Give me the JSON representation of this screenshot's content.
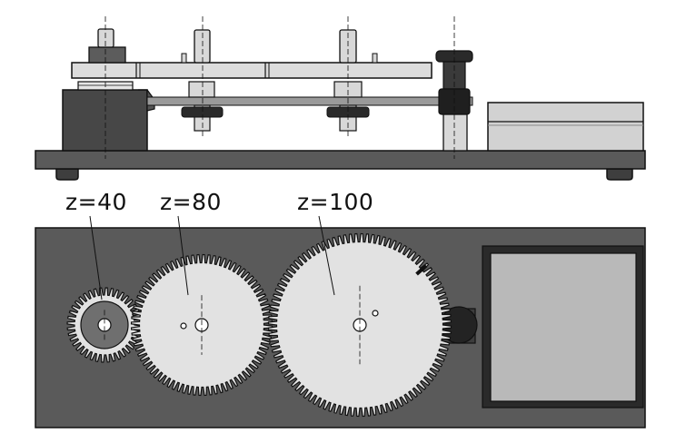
{
  "gears": [
    {
      "id": "gear-z40",
      "label": "z=40",
      "teeth": 40
    },
    {
      "id": "gear-z80",
      "label": "z=80",
      "teeth": 80
    },
    {
      "id": "gear-z100",
      "label": "z=100",
      "teeth": 100
    }
  ],
  "colors": {
    "base_plate": "#5a5a5a",
    "plate_dark": "#3e3e3e",
    "gear_fill": "#e2e2e2",
    "gear_hub_dark": "#6f6f6f",
    "metal_light": "#d8d8d8",
    "motor_dark": "#474747",
    "display_fill": "#b9b9b9",
    "belt": "#9a9a9a",
    "outline": "#111111"
  }
}
